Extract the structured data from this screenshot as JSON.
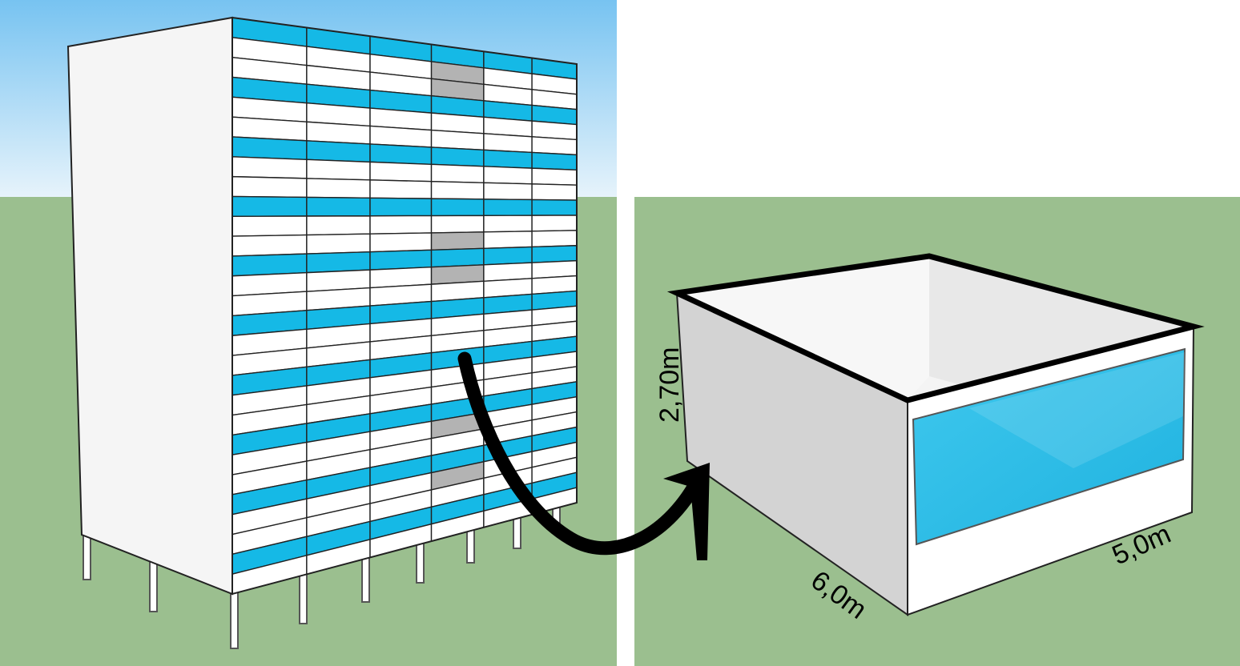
{
  "diagram": {
    "left_panel": {
      "name": "building-facade-view",
      "colors": {
        "sky_top": "#77c3f1",
        "sky_bottom": "#e6f3fb",
        "ground": "#9bbf8f",
        "glass": "#15b9e6",
        "panel_white": "#ffffff",
        "panel_gray": "#b3b3b3",
        "wall": "#f4f4f4"
      }
    },
    "right_panel": {
      "name": "room-module-view",
      "colors": {
        "ground": "#9bbf8f",
        "wall_side": "#d2d2d2",
        "wall_front": "#ffffff",
        "interior": "#ebebeb",
        "glass": "#2bbfe6",
        "edge": "#000000"
      }
    },
    "dimensions": {
      "height": "2,70m",
      "depth": "6,0m",
      "width": "5,0m"
    },
    "connector": {
      "name": "arrow-to-module",
      "color": "#000000"
    }
  }
}
